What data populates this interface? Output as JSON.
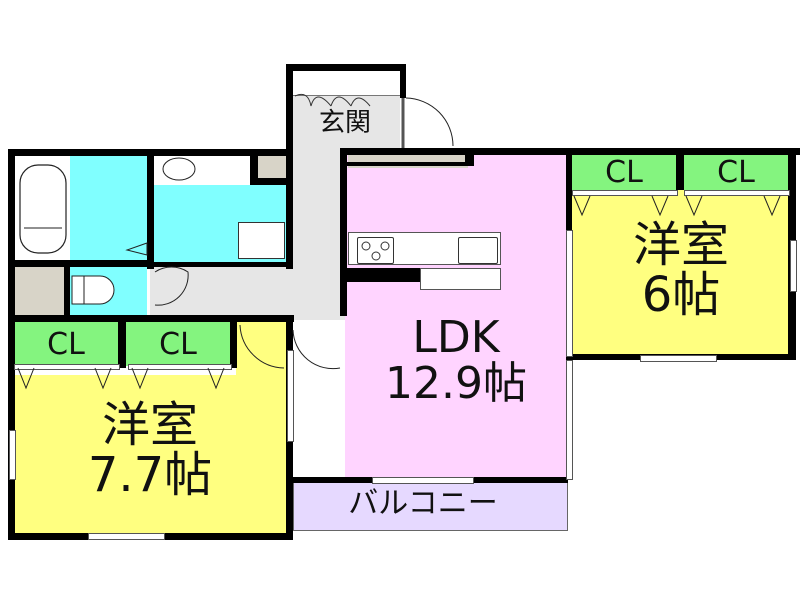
{
  "floorplan": {
    "rooms": {
      "entrance": {
        "label": "玄関",
        "color": "#e6e6e6"
      },
      "ldk": {
        "name": "LDK",
        "size": "12.9帖",
        "color": "#ffd4ff"
      },
      "bedroom_east": {
        "name": "洋室",
        "size": "6帖",
        "color": "#ffff80"
      },
      "bedroom_west": {
        "name": "洋室",
        "size": "7.7帖",
        "color": "#ffff80"
      },
      "balcony": {
        "label": "バルコニー",
        "color": "#e6d9ff"
      },
      "bath": {
        "color": "#80ffff"
      },
      "washroom": {
        "color": "#80ffff"
      },
      "toilet": {
        "color": "#80ffff"
      },
      "hallway": {
        "color": "#e6e6e6"
      }
    },
    "closets": [
      {
        "label": "CL"
      },
      {
        "label": "CL"
      },
      {
        "label": "CL"
      },
      {
        "label": "CL"
      }
    ],
    "colors": {
      "closet": "#84f47f",
      "storage": "#d8d4c8",
      "wall": "#000000"
    }
  }
}
